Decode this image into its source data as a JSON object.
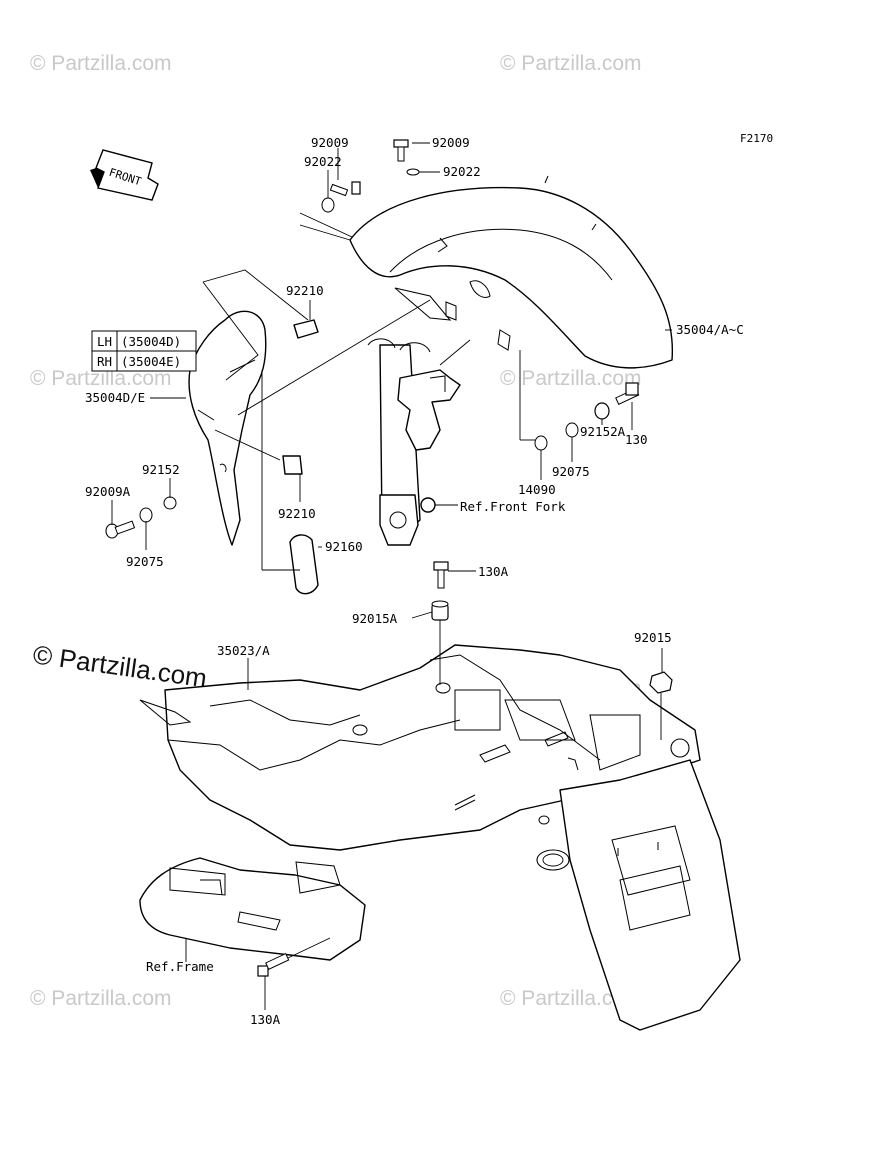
{
  "diagram_code": "F2170",
  "front_arrow": "FRONT",
  "watermark": "© Partzilla.com",
  "watermark_main": "© Partzilla.com",
  "callouts": {
    "c92009_left": "92009",
    "c92009_right": "92009",
    "c92022_left": "92022",
    "c92022_right": "92022",
    "c92210_top": "92210",
    "c92210_bottom": "92210",
    "c35004DE": "35004D/E",
    "c35004AC": "35004/A~C",
    "c92152": "92152",
    "c92009A": "92009A",
    "c92075_left": "92075",
    "c92075_right": "92075",
    "c92160": "92160",
    "c130": "130",
    "c92152A": "92152A",
    "c14090": "14090",
    "c130A_top": "130A",
    "c130A_bottom": "130A",
    "c92015A": "92015A",
    "c92015": "92015",
    "c35023A": "35023/A",
    "ref_front_fork": "Ref.Front Fork",
    "ref_frame": "Ref.Frame"
  },
  "side_table": {
    "rows": [
      {
        "side": "LH",
        "part": "(35004D)"
      },
      {
        "side": "RH",
        "part": "(35004E)"
      }
    ]
  }
}
